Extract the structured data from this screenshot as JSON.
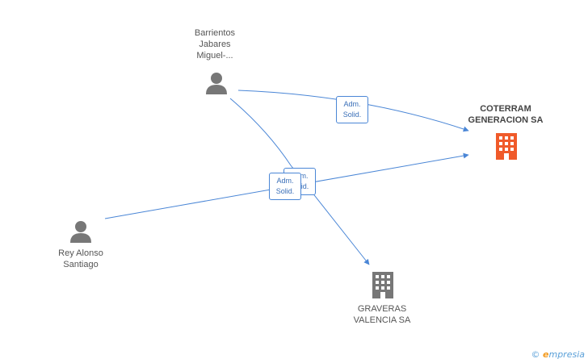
{
  "nodes": {
    "person_top": {
      "label": "Barrientos\nJabares\nMiguel-..."
    },
    "person_left": {
      "label": "Rey Alonso\nSantiago"
    },
    "company_main": {
      "label": "COTERRAM\nGENERACION SA"
    },
    "company_second": {
      "label": "GRAVERAS\nVALENCIA SA"
    }
  },
  "edges": [
    {
      "from": "person_top",
      "to": "company_main",
      "label": "Adm.\nSolid."
    },
    {
      "from": "person_top",
      "to": "company_second",
      "label": "Adm.\nSolid."
    },
    {
      "from": "person_left",
      "to": "company_main",
      "label": "Adm.\nSolid."
    }
  ],
  "colors": {
    "edge": "#4a86d6",
    "person_icon": "#777777",
    "company_main": "#f05a2a",
    "company_secondary": "#777777"
  },
  "watermark": {
    "symbol": "©",
    "brand_first": "e",
    "brand_rest": "mpresia"
  }
}
